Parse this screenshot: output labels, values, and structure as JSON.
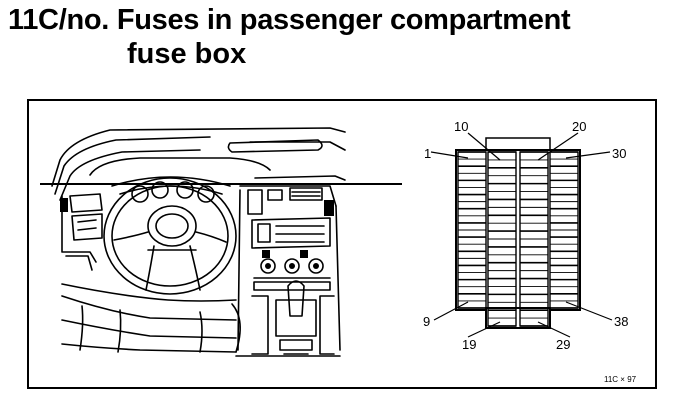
{
  "title": {
    "code": "11C/no.",
    "line1": "Fuses in passenger compartment",
    "line2": "fuse box"
  },
  "fuse_labels": {
    "l1": "1",
    "l9": "9",
    "l10": "10",
    "l19": "19",
    "l20": "20",
    "l29": "29",
    "l30": "30",
    "l38": "38"
  },
  "figure_code": "11C × 97"
}
